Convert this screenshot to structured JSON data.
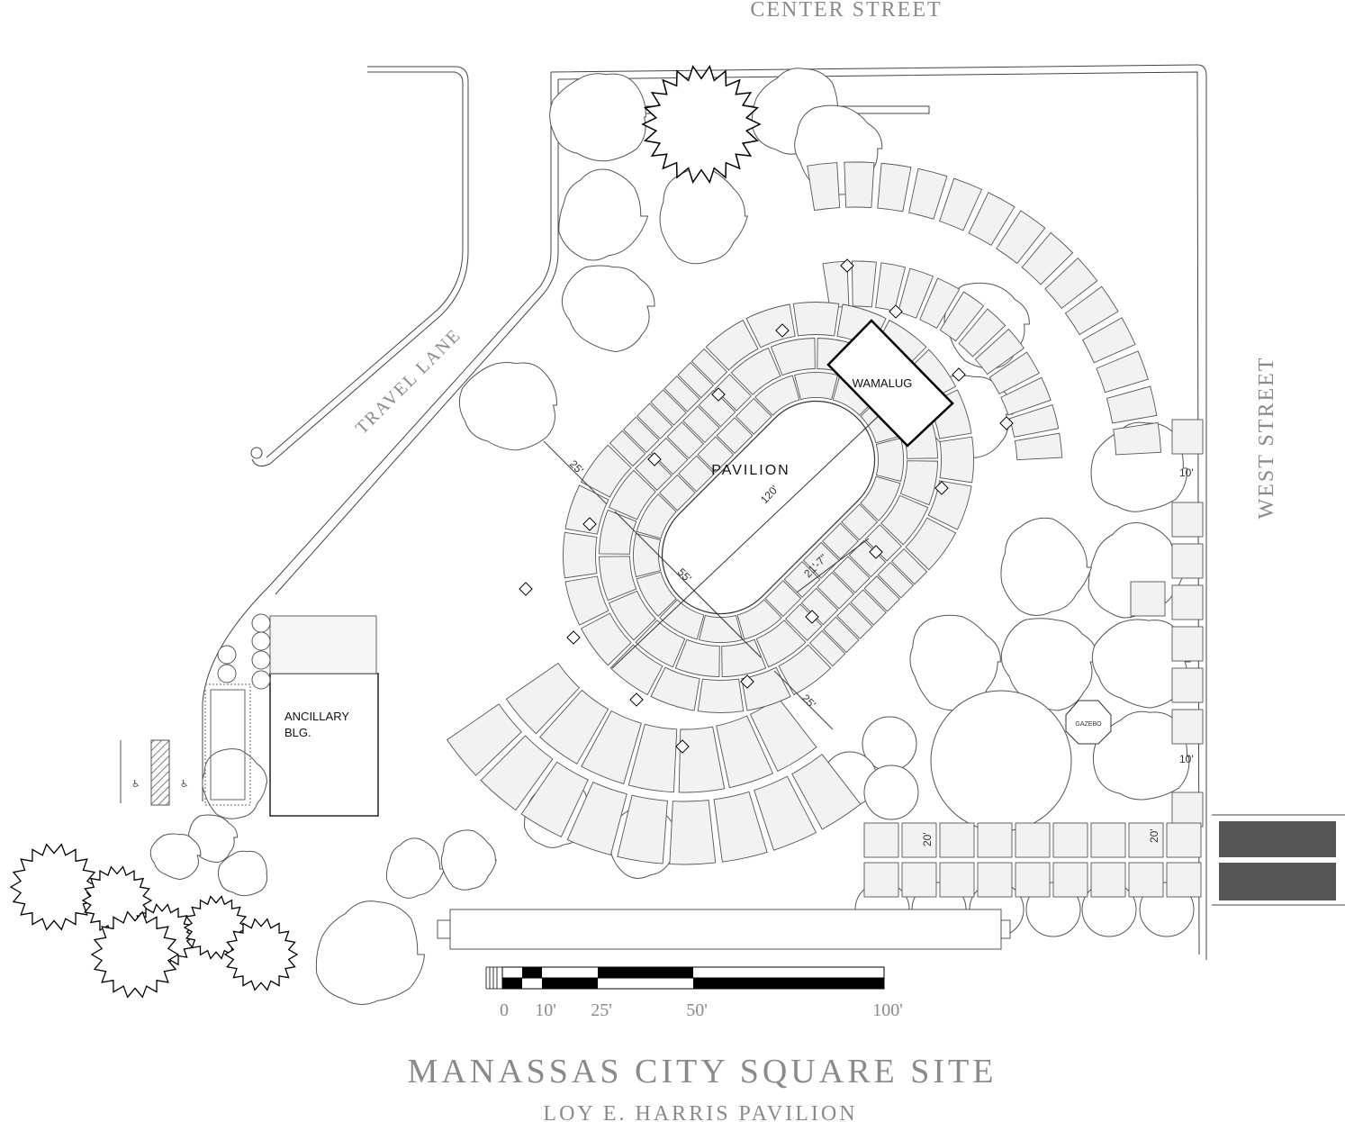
{
  "streets": {
    "center": "CENTER STREET",
    "west": "WEST STREET",
    "travel_lane": "TRAVEL LANE"
  },
  "buildings": {
    "pavilion": "PAVILION",
    "wamalug": "WAMALUG",
    "ancillary_line1": "ANCILLARY",
    "ancillary_line2": "BLG.",
    "gazebo": "GAZEBO"
  },
  "dimensions": {
    "length": "120'",
    "width": "55'",
    "walk_a": "25'",
    "walk_b": "25'",
    "offset": "21'-7\"",
    "west_top": "10'",
    "west_bottom": "10'",
    "south_a": "20'",
    "south_b": "20'"
  },
  "scale_bar": {
    "labels": [
      "0",
      "10'",
      "25'",
      "50'",
      "100'"
    ]
  },
  "title": {
    "main": "MANASSAS CITY SQUARE SITE",
    "sub": "LOY E. HARRIS PAVILION"
  }
}
